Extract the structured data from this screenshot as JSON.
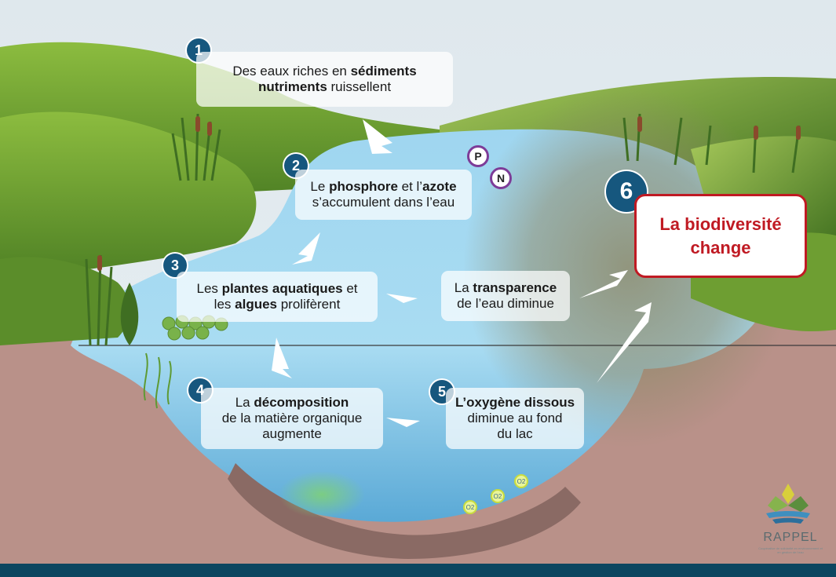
{
  "steps": [
    {
      "num": "1",
      "text_before": "Des eaux riches en ",
      "bold": "sédiments",
      "line2_bold": "nutriments",
      "line2_after": " ruissellent"
    },
    {
      "num": "2",
      "text_pre": "Le ",
      "bold1": "phosphore",
      "mid": " et l’",
      "bold2": "azote",
      "line2": "s’accumulent dans l’eau"
    },
    {
      "num": "3",
      "pre": "Les ",
      "bold1": "plantes aquatiques",
      "post": " et",
      "pre2": "les ",
      "bold2": "algues",
      "post2": " prolifèrent"
    },
    {
      "num": "4",
      "pre": "La ",
      "bold": "décomposition",
      "line2": "de la matière organique",
      "line3": "augmente"
    },
    {
      "num": "5",
      "bold": "L’oxygène dissous",
      "line2": "diminue au fond",
      "line3": "du lac"
    },
    {
      "num": "6",
      "line1": "La biodiversité",
      "line2": "change"
    }
  ],
  "transparency": {
    "pre": "La ",
    "bold": "transparence",
    "line2": "de l’eau diminue"
  },
  "nutrients": {
    "p": "P",
    "n": "N"
  },
  "oxygen_label": "O2",
  "logo": {
    "name": "RAPPEL",
    "tagline": "Coopérative de solidarité en environnement et en gestion de l’eau"
  },
  "colors": {
    "sky": "#dbe6ec",
    "grass": "#6b9a2f",
    "water": "#8fcbe8",
    "soil": "#b99189",
    "badge": "#16577e",
    "alert": "#c01a23",
    "footer": "#0c4660"
  }
}
